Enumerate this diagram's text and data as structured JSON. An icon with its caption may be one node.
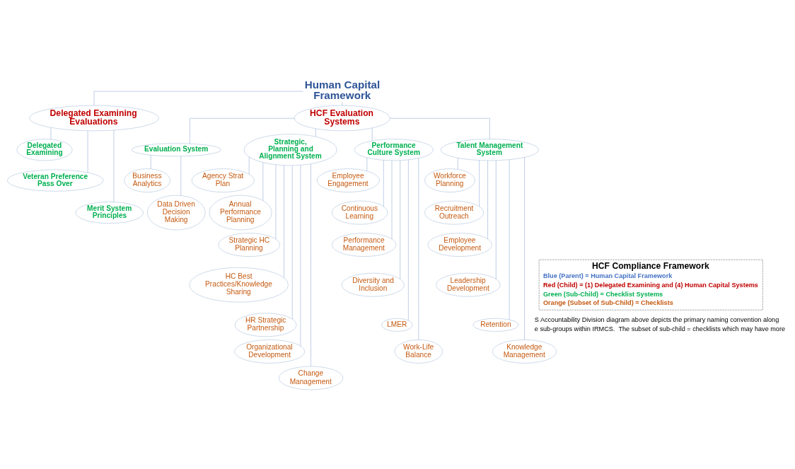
{
  "diagram": {
    "nodes": [
      {
        "text": [
          "Human Capital Framework"
        ]
      },
      {
        "text": [
          "Delegated Examining Evaluations"
        ]
      },
      {
        "text": [
          "HCF Evaluation Systems"
        ]
      },
      {
        "text": [
          "Delegated Examining"
        ]
      },
      {
        "text": [
          "Veteran Preference Pass Over"
        ]
      },
      {
        "text": [
          "Merit System Principles"
        ]
      },
      {
        "text": [
          "Evaluation System"
        ]
      },
      {
        "text": [
          "Strategic, Planning and Alignment System"
        ]
      },
      {
        "text": [
          "Performance Culture System"
        ]
      },
      {
        "text": [
          "Talent Management System"
        ]
      },
      {
        "text": [
          "Business Analytics"
        ]
      },
      {
        "text": [
          "Data Driven Decision Making"
        ]
      },
      {
        "text": [
          "Agency Strat Plan"
        ]
      },
      {
        "text": [
          "Annual Performance Planning"
        ]
      },
      {
        "text": [
          "Strategic HC Planning"
        ]
      },
      {
        "text": [
          "HC Best Practices/Knowledge Sharing"
        ]
      },
      {
        "text": [
          "HR Strategic Partnership"
        ]
      },
      {
        "text": [
          "Organizational Development"
        ]
      },
      {
        "text": [
          "Change Management"
        ]
      },
      {
        "text": [
          "Employee Engagement"
        ]
      },
      {
        "text": [
          "Continuous Learning"
        ]
      },
      {
        "text": [
          "Performance Management"
        ]
      },
      {
        "text": [
          "Diversity and Inclusion"
        ]
      },
      {
        "text": [
          "LMER"
        ]
      },
      {
        "text": [
          "Work-Life Balance"
        ]
      },
      {
        "text": [
          "Workforce Planning"
        ]
      },
      {
        "text": [
          "Recruitment Outreach"
        ]
      },
      {
        "text": [
          "Employee Development"
        ]
      },
      {
        "text": [
          "Leadership Development"
        ]
      },
      {
        "text": [
          "Retention"
        ]
      },
      {
        "text": [
          "Knowledge Management"
        ]
      }
    ],
    "edges": [
      {
        "from": 0,
        "to": 1,
        "arrow": "none"
      },
      {
        "from": 0,
        "to": 2,
        "arrow": "none"
      },
      {
        "from": 1,
        "to": 3,
        "arrow": "none"
      },
      {
        "from": 1,
        "to": 4,
        "arrow": "none"
      },
      {
        "from": 1,
        "to": 5,
        "arrow": "none"
      },
      {
        "from": 2,
        "to": 6,
        "arrow": "none"
      },
      {
        "from": 2,
        "to": 7,
        "arrow": "none"
      },
      {
        "from": 2,
        "to": 8,
        "arrow": "none"
      },
      {
        "from": 2,
        "to": 9,
        "arrow": "none"
      },
      {
        "from": 6,
        "to": 10,
        "arrow": "none"
      },
      {
        "from": 6,
        "to": 11,
        "arrow": "none"
      },
      {
        "from": 7,
        "to": 12,
        "arrow": "none"
      },
      {
        "from": 7,
        "to": 13,
        "arrow": "none"
      },
      {
        "from": 7,
        "to": 14,
        "arrow": "none"
      },
      {
        "from": 7,
        "to": 15,
        "arrow": "none"
      },
      {
        "from": 7,
        "to": 16,
        "arrow": "none"
      },
      {
        "from": 7,
        "to": 17,
        "arrow": "none"
      },
      {
        "from": 7,
        "to": 18,
        "arrow": "none"
      },
      {
        "from": 8,
        "to": 19,
        "arrow": "none"
      },
      {
        "from": 8,
        "to": 20,
        "arrow": "none"
      },
      {
        "from": 8,
        "to": 21,
        "arrow": "none"
      },
      {
        "from": 8,
        "to": 22,
        "arrow": "none"
      },
      {
        "from": 8,
        "to": 23,
        "arrow": "none"
      },
      {
        "from": 8,
        "to": 24,
        "arrow": "none"
      },
      {
        "from": 9,
        "to": 25,
        "arrow": "none"
      },
      {
        "from": 9,
        "to": 26,
        "arrow": "none"
      },
      {
        "from": 9,
        "to": 27,
        "arrow": "none"
      },
      {
        "from": 9,
        "to": 28,
        "arrow": "none"
      },
      {
        "from": 9,
        "to": 29,
        "arrow": "none"
      },
      {
        "from": 9,
        "to": 30,
        "arrow": "none"
      }
    ],
    "labels": [
      "HCF Compliance Framework",
      "S Accountability Division diagram above depicts the primary naming convention along",
      "e sub-groups within IRMCS.  The subset of sub-child = checklists which may have more"
    ],
    "legend": [
      {
        "text": "Blue (Parent) = Human Capital Framework",
        "color": "#4472c4"
      },
      {
        "text": "Red (Child) = (1) Delegated Examining and (4) Human Capital Systems",
        "color": "#c00000"
      },
      {
        "text": "Green (Sub-Child) = Checklist Systems",
        "color": "#00b050"
      },
      {
        "text": "Orange (Subset of Sub-Child) = Checklists",
        "color": "#c55a11"
      }
    ]
  }
}
